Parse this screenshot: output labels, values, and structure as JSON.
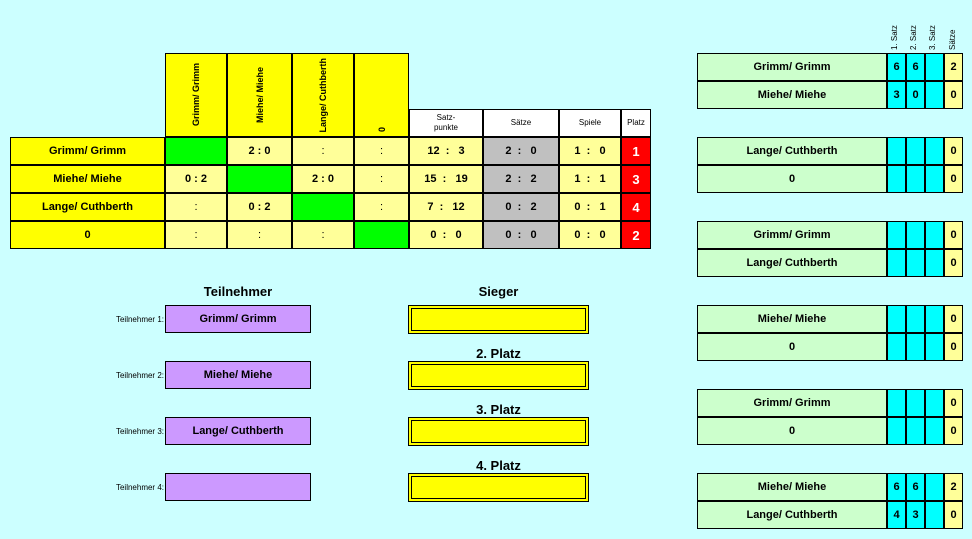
{
  "players": [
    "Grimm/ Grimm",
    "Miehe/ Miehe",
    "Lange/ Cuthberth",
    "0"
  ],
  "matrix_header": [
    "Grimm/ Grimm",
    "Miehe/ Miehe",
    "Lange/ Cuthberth",
    "0"
  ],
  "stat_headers": {
    "satz": "Satz-\npunkte",
    "saetze": "Sätze",
    "spiele": "Spiele",
    "platz": "Platz"
  },
  "matrix": [
    [
      "",
      "2 : 0",
      ":",
      ":"
    ],
    [
      "0 : 2",
      "",
      "2 : 0",
      ":"
    ],
    [
      ":",
      "0 : 2",
      "",
      ":"
    ],
    [
      ":",
      ":",
      ":",
      ""
    ]
  ],
  "stats": [
    {
      "satz": [
        "12",
        "3"
      ],
      "saetze": [
        "2",
        "0"
      ],
      "spiele": [
        "1",
        "0"
      ],
      "platz": "1"
    },
    {
      "satz": [
        "15",
        "19"
      ],
      "saetze": [
        "2",
        "2"
      ],
      "spiele": [
        "1",
        "1"
      ],
      "platz": "3"
    },
    {
      "satz": [
        "7",
        "12"
      ],
      "saetze": [
        "0",
        "2"
      ],
      "spiele": [
        "0",
        "1"
      ],
      "platz": "4"
    },
    {
      "satz": [
        "0",
        "0"
      ],
      "saetze": [
        "0",
        "0"
      ],
      "spiele": [
        "0",
        "0"
      ],
      "platz": "2"
    }
  ],
  "teilnehmer": {
    "title": "Teilnehmer",
    "labels": [
      "Teilnehmer 1:",
      "Teilnehmer 2:",
      "Teilnehmer 3:",
      "Teilnehmer 4:"
    ],
    "names": [
      "Grimm/ Grimm",
      "Miehe/ Miehe",
      "Lange/ Cuthberth",
      ""
    ]
  },
  "ranking": {
    "titles": [
      "Sieger",
      "2. Platz",
      "3. Platz",
      "4. Platz"
    ],
    "values": [
      "",
      "",
      "",
      ""
    ]
  },
  "set_headers": [
    "1. Satz",
    "2. Satz",
    "3. Satz",
    "Sätze"
  ],
  "games": [
    {
      "a": "Grimm/ Grimm",
      "b": "Miehe/ Miehe",
      "a_sets": [
        "6",
        "6",
        ""
      ],
      "b_sets": [
        "3",
        "0",
        ""
      ],
      "a_total": "2",
      "b_total": "0"
    },
    {
      "a": "Lange/ Cuthberth",
      "b": "0",
      "a_sets": [
        "",
        "",
        ""
      ],
      "b_sets": [
        "",
        "",
        ""
      ],
      "a_total": "0",
      "b_total": "0"
    },
    {
      "a": "Grimm/ Grimm",
      "b": "Lange/ Cuthberth",
      "a_sets": [
        "",
        "",
        ""
      ],
      "b_sets": [
        "",
        "",
        ""
      ],
      "a_total": "0",
      "b_total": "0"
    },
    {
      "a": "Miehe/ Miehe",
      "b": "0",
      "a_sets": [
        "",
        "",
        ""
      ],
      "b_sets": [
        "",
        "",
        ""
      ],
      "a_total": "0",
      "b_total": "0"
    },
    {
      "a": "Grimm/ Grimm",
      "b": "0",
      "a_sets": [
        "",
        "",
        ""
      ],
      "b_sets": [
        "",
        "",
        ""
      ],
      "a_total": "0",
      "b_total": "0"
    },
    {
      "a": "Miehe/ Miehe",
      "b": "Lange/ Cuthberth",
      "a_sets": [
        "6",
        "6",
        ""
      ],
      "b_sets": [
        "4",
        "3",
        ""
      ],
      "a_total": "2",
      "b_total": "0"
    }
  ]
}
